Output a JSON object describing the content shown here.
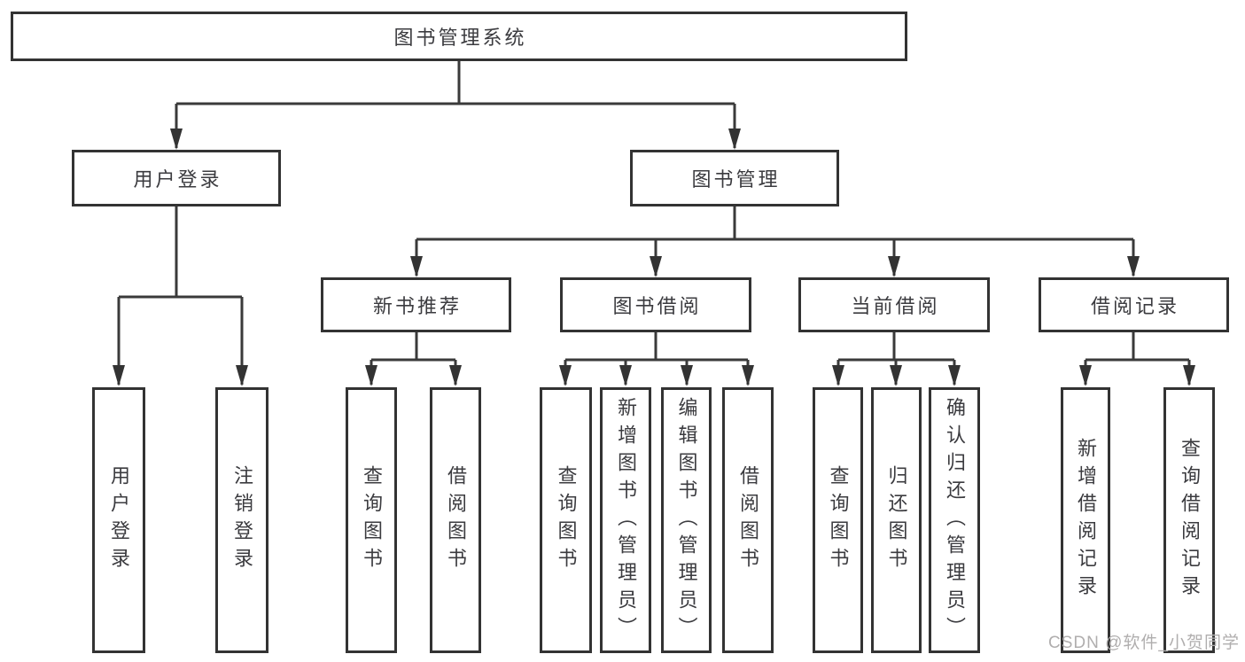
{
  "diagram": {
    "type": "tree",
    "tree": {
      "root": {
        "label": "图书管理系统",
        "children": [
          {
            "label": "用户登录",
            "children": [
              {
                "label": "用户登录"
              },
              {
                "label": "注销登录"
              }
            ]
          },
          {
            "label": "图书管理",
            "children": [
              {
                "label": "新书推荐",
                "children": [
                  {
                    "label": "查询图书"
                  },
                  {
                    "label": "借阅图书"
                  }
                ]
              },
              {
                "label": "图书借阅",
                "children": [
                  {
                    "label": "查询图书"
                  },
                  {
                    "label": "新增图书（管理员）"
                  },
                  {
                    "label": "编辑图书（管理员）"
                  },
                  {
                    "label": "借阅图书"
                  }
                ]
              },
              {
                "label": "当前借阅",
                "children": [
                  {
                    "label": "查询图书"
                  },
                  {
                    "label": "归还图书"
                  },
                  {
                    "label": "确认归还（管理员）"
                  }
                ]
              },
              {
                "label": "借阅记录",
                "children": [
                  {
                    "label": "新增借阅记录"
                  },
                  {
                    "label": "查询借阅记录"
                  }
                ]
              }
            ]
          }
        ]
      }
    },
    "colors": {
      "line": "#3a3a3a",
      "box_border": "#333333",
      "text": "#3b3b3f",
      "background": "#ffffff"
    }
  },
  "watermark": {
    "text": "CSDN @软件_小贺同学"
  }
}
